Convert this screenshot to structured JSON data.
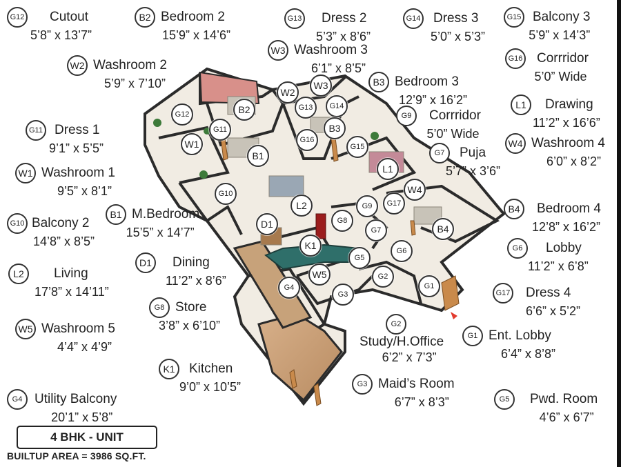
{
  "legend": [
    {
      "code": "G12",
      "name": "Cutout",
      "dim": "5’8” x 13’7”"
    },
    {
      "code": "B2",
      "name": "Bedroom 2",
      "dim": "15’9” x 14’6”"
    },
    {
      "code": "G13",
      "name": "Dress 2",
      "dim": "5’3” x 8’6”"
    },
    {
      "code": "G14",
      "name": "Dress 3",
      "dim": "5’0” x 5’3”"
    },
    {
      "code": "G15",
      "name": "Balcony 3",
      "dim": "5’9” x 14’3”"
    },
    {
      "code": "W3",
      "name": "Washroom 3",
      "dim": "6’1” x 8’5”"
    },
    {
      "code": "G16",
      "name": "Corrridor",
      "dim": "5’0” Wide"
    },
    {
      "code": "W2",
      "name": "Washroom 2",
      "dim": "5’9” x 7’10”"
    },
    {
      "code": "B3",
      "name": "Bedroom 3",
      "dim": "12’9” x 16’2”"
    },
    {
      "code": "L1",
      "name": "Drawing",
      "dim": "11’2” x 16’6”"
    },
    {
      "code": "G9",
      "name": "Corrridor",
      "dim": "5’0” Wide"
    },
    {
      "code": "G11",
      "name": "Dress 1",
      "dim": "9’1” x 5’5”"
    },
    {
      "code": "W4",
      "name": "Washroom 4",
      "dim": "6’0” x 8’2”"
    },
    {
      "code": "G7",
      "name": "Puja",
      "dim": "5’7” x 3’6”"
    },
    {
      "code": "W1",
      "name": "Washroom 1",
      "dim": "9’5” x 8’1”"
    },
    {
      "code": "B4",
      "name": "Bedroom 4",
      "dim": "12’8” x 16’2”"
    },
    {
      "code": "B1",
      "name": "M.Bedroom",
      "dim": "15’5” x 14’7”"
    },
    {
      "code": "G10",
      "name": "Balcony 2",
      "dim": "14’8” x 8’5”"
    },
    {
      "code": "G6",
      "name": "Lobby",
      "dim": "11’2” x 6’8”"
    },
    {
      "code": "D1",
      "name": "Dining",
      "dim": "11’2” x 8’6”"
    },
    {
      "code": "L2",
      "name": "Living",
      "dim": "17’8” x 14’11”"
    },
    {
      "code": "G17",
      "name": "Dress 4",
      "dim": "6’6” x 5’2”"
    },
    {
      "code": "G8",
      "name": "Store",
      "dim": "3’8” x 6’10”"
    },
    {
      "code": "W5",
      "name": "Washroom 5",
      "dim": "4’4” x 4’9”"
    },
    {
      "code": "G2",
      "name": "Study/H.Office",
      "dim": "6’2” x 7’3”"
    },
    {
      "code": "G1",
      "name": "Ent. Lobby",
      "dim": "6’4” x 8’8”"
    },
    {
      "code": "K1",
      "name": "Kitchen",
      "dim": "9’0” x 10’5”"
    },
    {
      "code": "G3",
      "name": "Maid’s Room",
      "dim": "6’7” x 8’3”"
    },
    {
      "code": "G4",
      "name": "Utility Balcony",
      "dim": "20’1” x 5’8”"
    },
    {
      "code": "G5",
      "name": "Pwd. Room",
      "dim": "4’6” x 6’7”"
    }
  ],
  "map_badges": [
    "G12",
    "B2",
    "W2",
    "W3",
    "G13",
    "G14",
    "B3",
    "G11",
    "W1",
    "B1",
    "G16",
    "G15",
    "L1",
    "G10",
    "L2",
    "G9",
    "G17",
    "W4",
    "B4",
    "D1",
    "G8",
    "G7",
    "K1",
    "G6",
    "G5",
    "W5",
    "G2",
    "G3",
    "G4",
    "G1"
  ],
  "unit_label": "4 BHK - UNIT",
  "builtup_area": "BUILTUP AREA = 3986 SQ.FT.",
  "colors": {
    "wall": "#2b2b2b",
    "floor": "#efe9de",
    "floor_wood": "#c9a47a",
    "bed_wall": "#d9908a",
    "door": "#c98a4b",
    "kitchen": "#2f6f6a",
    "entry_marker": "#e23b2e"
  }
}
